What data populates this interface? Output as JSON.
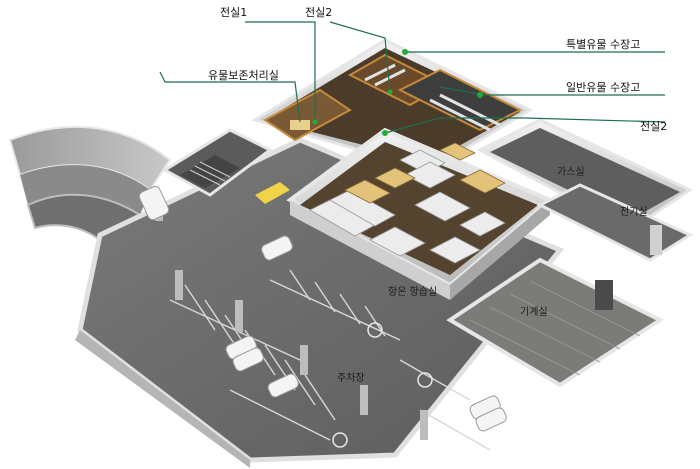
{
  "labels": {
    "exhibit_room_1": "전실1",
    "exhibit_room_2_top": "전실2",
    "conservation_room": "유물보존처리실",
    "special_storage": "특별유물 수장고",
    "general_storage": "일반유물 수장고",
    "exhibit_room_2_right": "전실2",
    "gas_room": "가스실",
    "electric_room": "전기실",
    "temp_humidity_room": "항온 항습실",
    "machine_room": "기계실",
    "parking": "주차장"
  },
  "colors": {
    "leader_line": "#1f6e4a",
    "marker_dot": "#1fae3a",
    "floor": "#6e6e6e",
    "wall": "#d9d9d9",
    "storage_floor": "#4b3b2b"
  }
}
